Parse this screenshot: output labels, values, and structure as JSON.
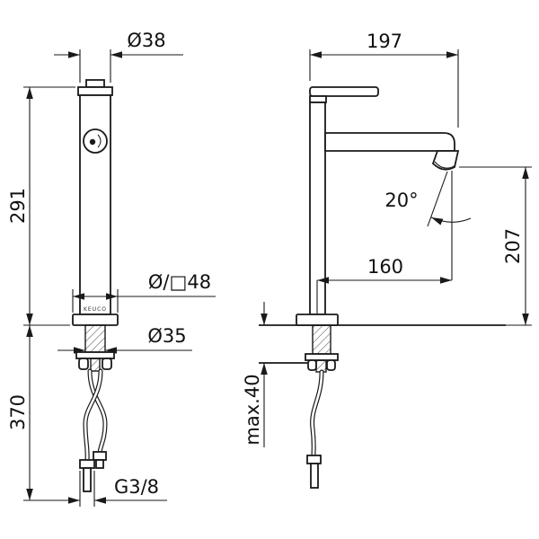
{
  "colors": {
    "line": "#1a1a1a",
    "background": "#ffffff"
  },
  "front_view": {
    "brand": "KEUCO",
    "dims": {
      "top_diameter": "Ø38",
      "height": "291",
      "base_size": "Ø/□48",
      "shank_diameter": "Ø35",
      "hose_length": "370",
      "thread": "G3/8"
    }
  },
  "side_view": {
    "dims": {
      "projection": "197",
      "spray_angle": "20°",
      "reach": "160",
      "outlet_height": "207",
      "deck_thickness": "max.40"
    }
  }
}
